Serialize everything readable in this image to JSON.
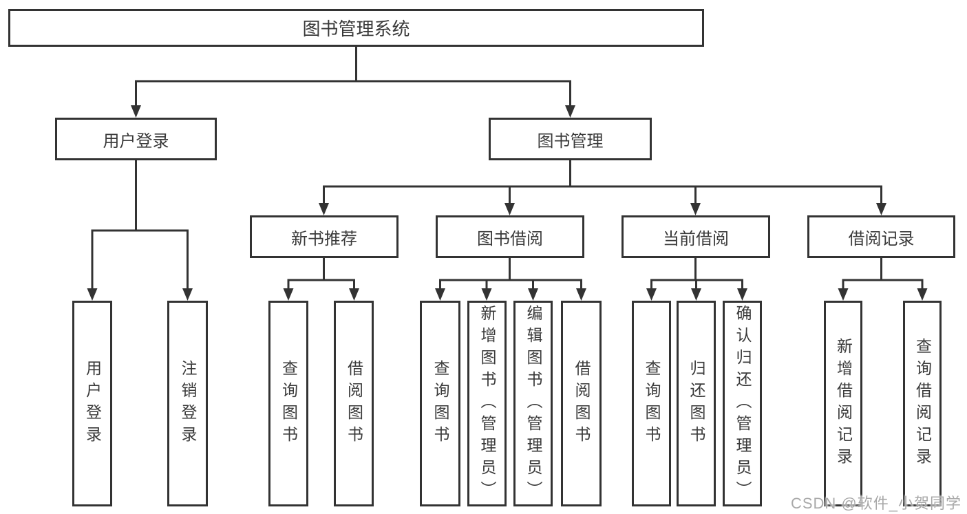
{
  "diagram": {
    "type": "hierarchy-tree",
    "colors": {
      "line": "#333333",
      "box_border": "#333333",
      "text": "#3a3a3a",
      "background": "#ffffff",
      "watermark": "#a9a9a9"
    },
    "watermark": "CSDN @软件_小贺同学",
    "nodes": {
      "root": {
        "label": "图书管理系统"
      },
      "user_login_branch": {
        "label": "用户登录"
      },
      "book_mgmt_branch": {
        "label": "图书管理"
      },
      "new_book_rec": {
        "label": "新书推荐"
      },
      "book_borrow": {
        "label": "图书借阅"
      },
      "current_borrow": {
        "label": "当前借阅"
      },
      "borrow_records": {
        "label": "借阅记录"
      },
      "leaf_user_login": {
        "label": "用户登录"
      },
      "leaf_logout": {
        "label": "注销登录"
      },
      "leaf_query_book_1": {
        "label": "查询图书"
      },
      "leaf_borrow_book_1": {
        "label": "借阅图书"
      },
      "leaf_query_book_2": {
        "label": "查询图书"
      },
      "leaf_add_book": {
        "label": "新增图书（管理员）"
      },
      "leaf_edit_book": {
        "label": "编辑图书（管理员）"
      },
      "leaf_borrow_book_2": {
        "label": "借阅图书"
      },
      "leaf_query_book_3": {
        "label": "查询图书"
      },
      "leaf_return_book": {
        "label": "归还图书"
      },
      "leaf_confirm_return": {
        "label": "确认归还（管理员）"
      },
      "leaf_add_record": {
        "label": "新增借阅记录"
      },
      "leaf_query_record": {
        "label": "查询借阅记录"
      }
    },
    "hierarchy": {
      "图书管理系统": [
        "用户登录",
        "图书管理"
      ],
      "用户登录": [
        "用户登录",
        "注销登录"
      ],
      "图书管理": [
        "新书推荐",
        "图书借阅",
        "当前借阅",
        "借阅记录"
      ],
      "新书推荐": [
        "查询图书",
        "借阅图书"
      ],
      "图书借阅": [
        "查询图书",
        "新增图书（管理员）",
        "编辑图书（管理员）",
        "借阅图书"
      ],
      "当前借阅": [
        "查询图书",
        "归还图书",
        "确认归还（管理员）"
      ],
      "借阅记录": [
        "新增借阅记录",
        "查询借阅记录"
      ]
    }
  }
}
